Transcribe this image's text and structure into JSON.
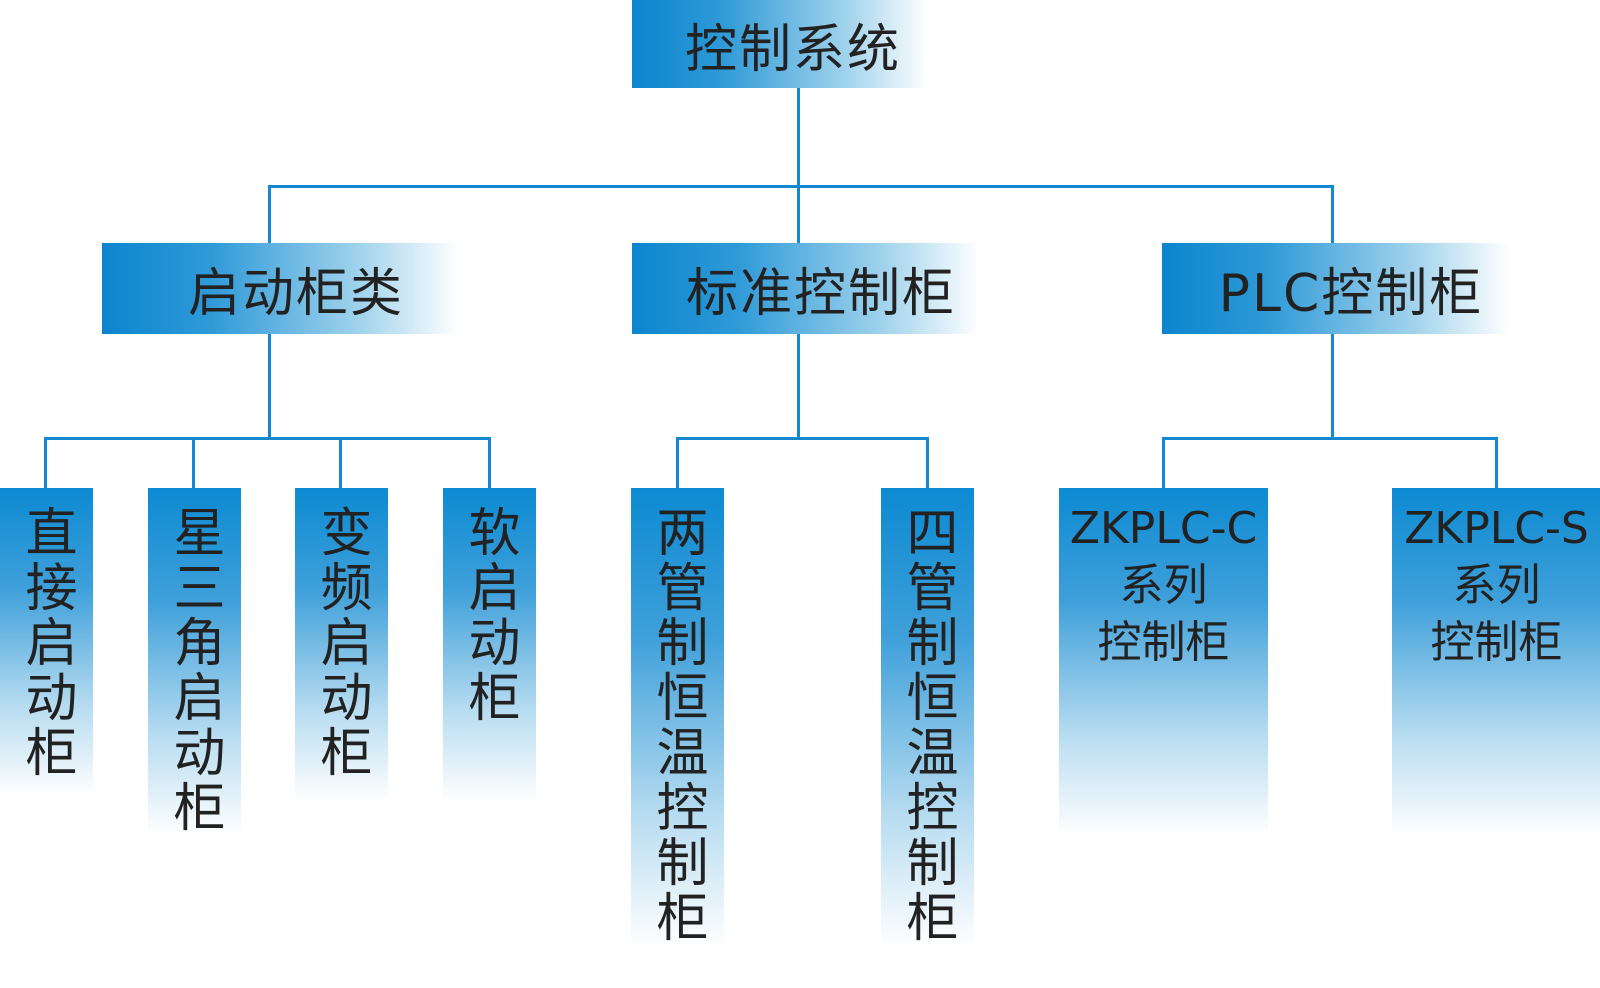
{
  "chart": {
    "root": {
      "label": "控制系统"
    },
    "branches": [
      {
        "label": "启动柜类",
        "children": [
          {
            "label": "直接启动柜"
          },
          {
            "label": "星三角启动柜"
          },
          {
            "label": "变频启动柜"
          },
          {
            "label": "软启动柜"
          }
        ]
      },
      {
        "label": "标准控制柜",
        "children": [
          {
            "label": "两管制恒温控制柜"
          },
          {
            "label": "四管制恒温控制柜"
          }
        ]
      },
      {
        "label": "PLC控制柜",
        "children": [
          {
            "lines": [
              "ZKPLC-C",
              "系列",
              "控制柜"
            ]
          },
          {
            "lines": [
              "ZKPLC-S",
              "系列",
              "控制柜"
            ]
          }
        ]
      }
    ],
    "colors": {
      "node_blue": "#0c87d0",
      "node_fade": "#ffffff",
      "connector_blue": "#1489d2",
      "text": "#222222"
    }
  }
}
